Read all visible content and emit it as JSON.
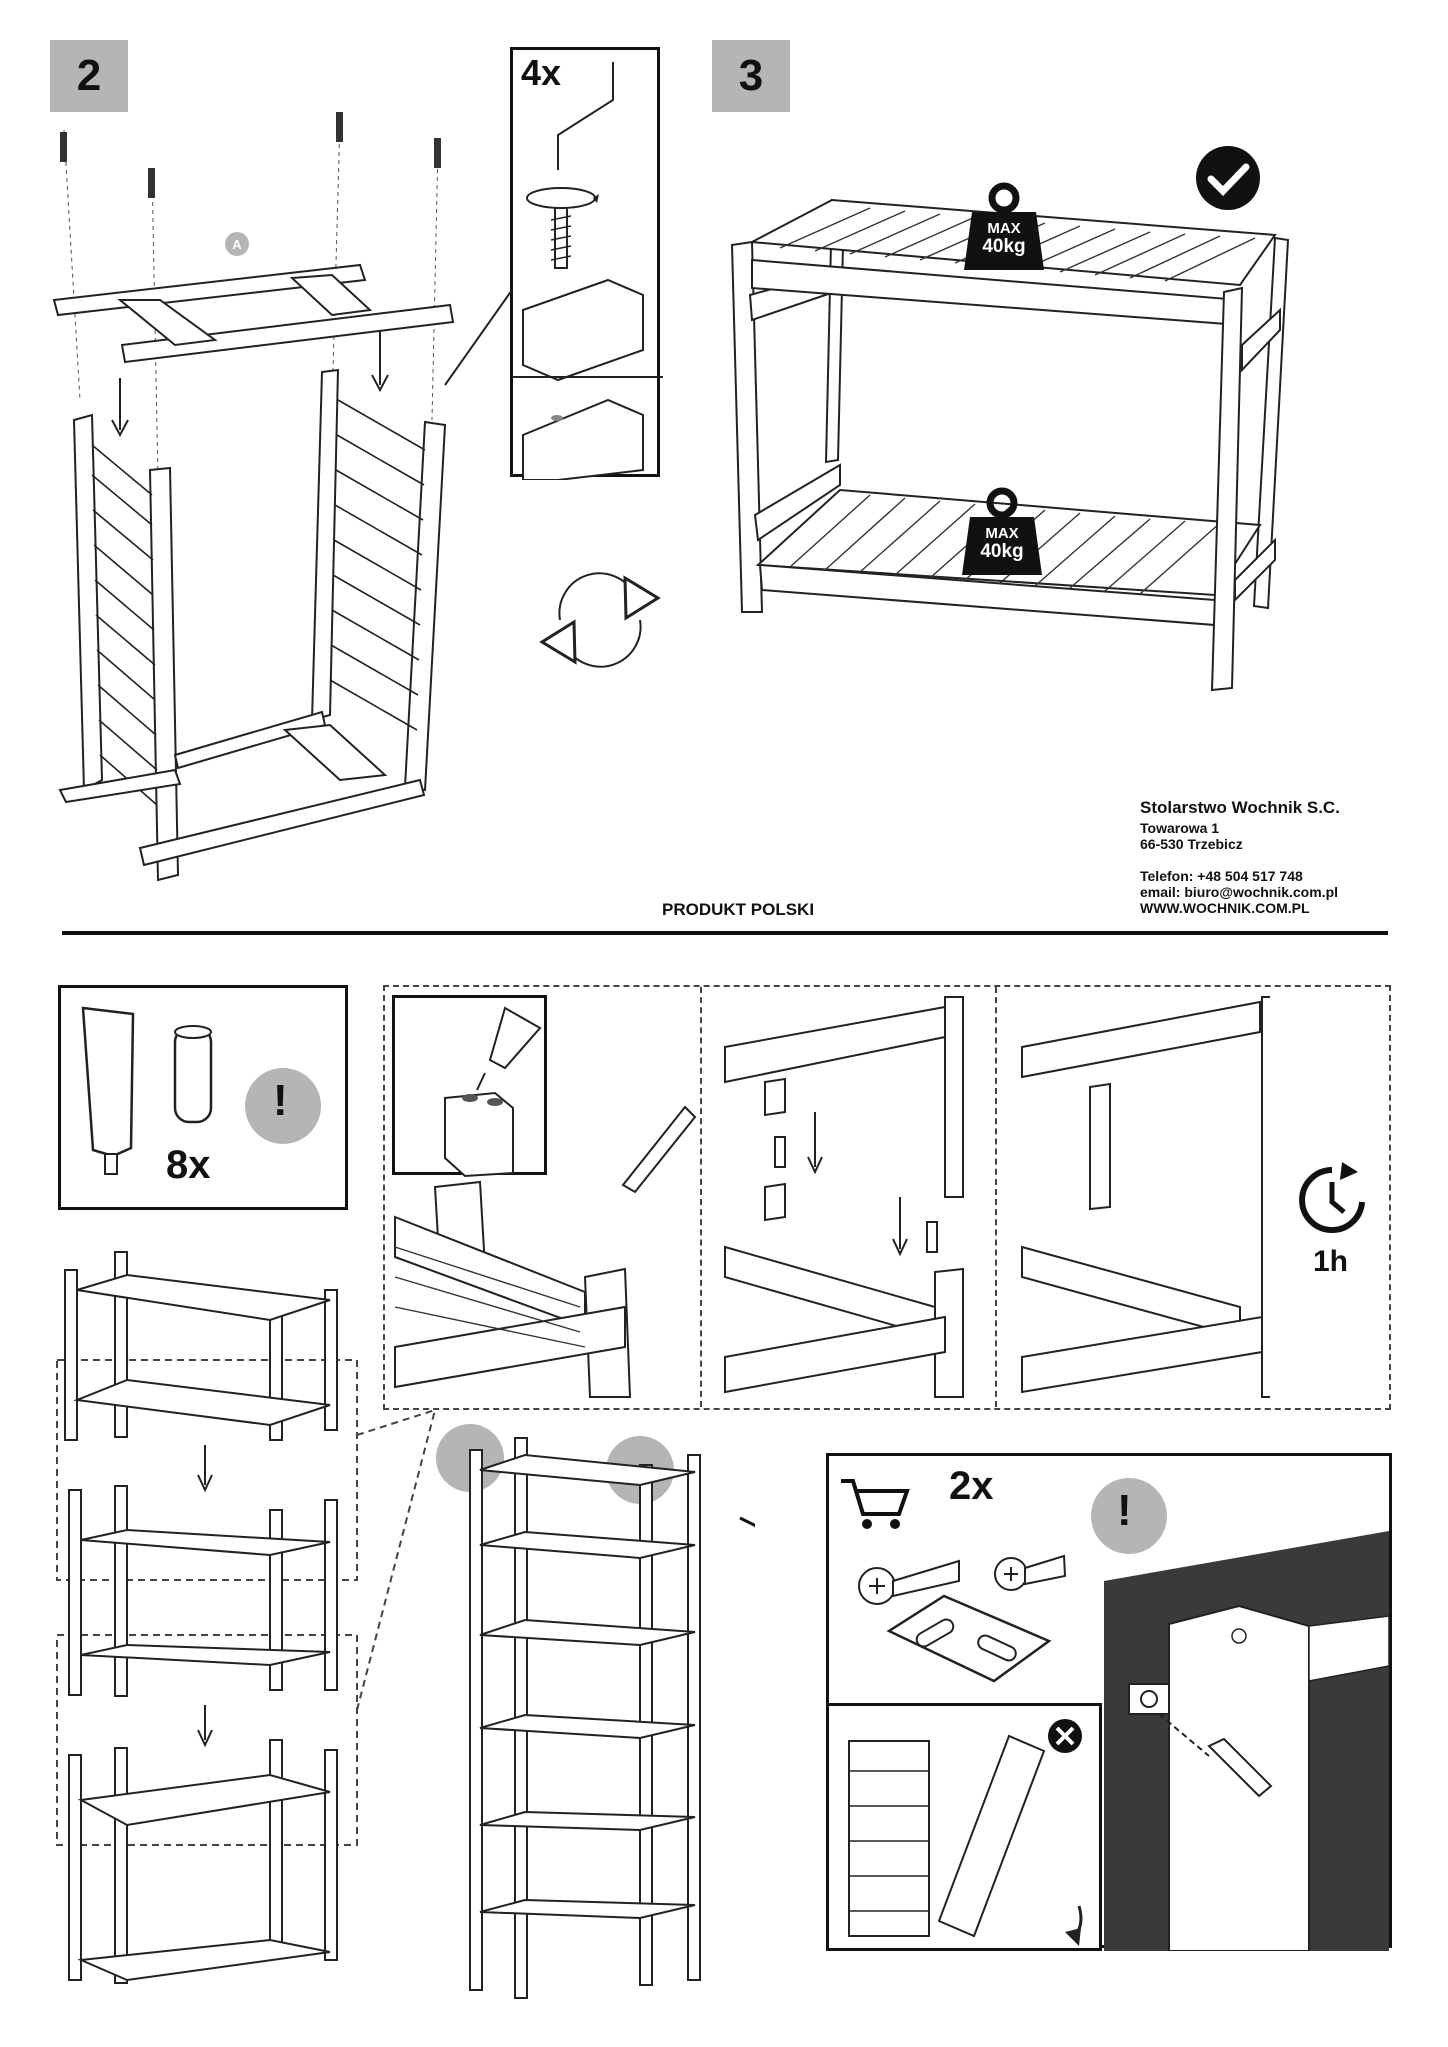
{
  "top_section": {
    "step2": {
      "number": "2",
      "part_badge": "A"
    },
    "screw_callout": {
      "quantity": "4x"
    },
    "step3": {
      "number": "3",
      "weights": [
        {
          "line1": "MAX",
          "line2": "40kg"
        },
        {
          "line1": "MAX",
          "line2": "40kg"
        }
      ]
    },
    "origin_label": "PRODUKT POLSKI",
    "company": {
      "name": "Stolarstwo Wochnik S.C.",
      "street": "Towarowa 1",
      "city": "66-530 Trzebicz",
      "phone": "Telefon: +48 504 517 748",
      "email": "email: biuro@wochnik.com.pl",
      "website": "WWW.WOCHNIK.COM.PL"
    }
  },
  "bottom_section": {
    "dowel_box": {
      "quantity": "8x",
      "warning_symbol": "!"
    },
    "glue_panels": {
      "dry_time": "1h"
    },
    "wall_fixing_box": {
      "quantity": "2x",
      "warning_symbol": "!"
    }
  },
  "icons": [
    "rotate-icon",
    "checkmark-icon",
    "clock-icon",
    "cart-icon",
    "cross-icon",
    "weight-icon"
  ],
  "colors": {
    "badge_gray": "#b5b5b5",
    "line_black": "#111111",
    "wall_dark": "#3a3a3a"
  }
}
